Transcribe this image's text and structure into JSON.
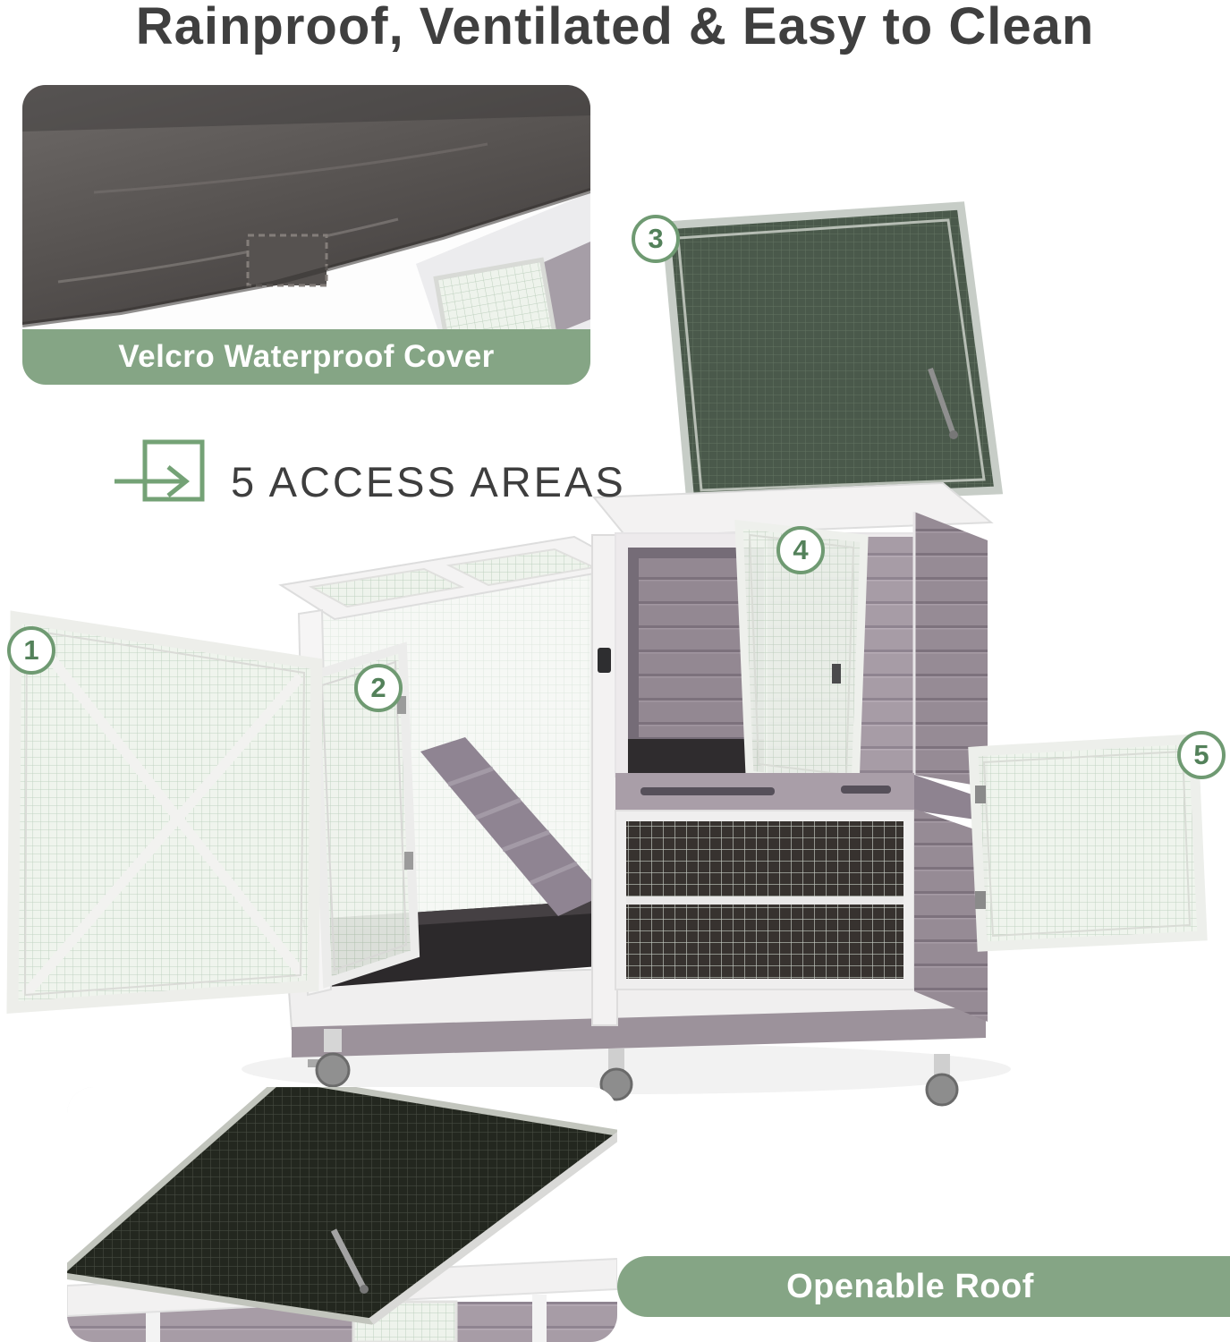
{
  "title": "Rainproof, Ventilated & Easy to Clean",
  "badges": {
    "waterproof_cover_label": "Velcro Waterproof Cover",
    "openable_roof_label": "Openable Roof"
  },
  "access_areas": {
    "label": "5 ACCESS AREAS",
    "icon": "arrow-through-square-icon"
  },
  "callouts": [
    {
      "num": "1"
    },
    {
      "num": "2"
    },
    {
      "num": "3"
    },
    {
      "num": "4"
    },
    {
      "num": "5"
    }
  ],
  "colors": {
    "accent_green": "#85a585",
    "callout_green": "#6f9a72",
    "heading_text": "#3f3f3f",
    "banner_text": "#ffffff",
    "lid_mesh_green": "#4a594b",
    "wood_gray": "#a79ca6",
    "tray_black": "#2c292b",
    "mesh_light": "#eef3ec"
  }
}
